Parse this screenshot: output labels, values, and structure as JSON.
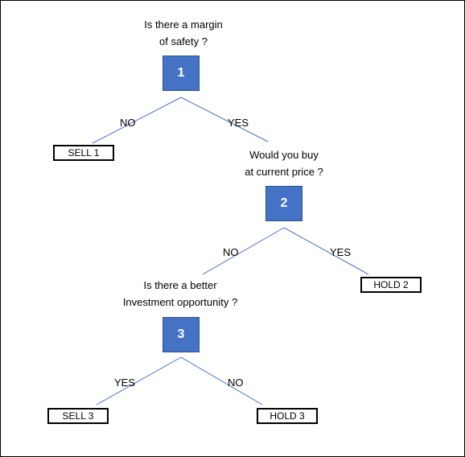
{
  "colors": {
    "node_fill": "#4472C4",
    "edge": "#4472C4",
    "outcome_border": "#000000"
  },
  "q1": {
    "line1": "Is there a margin",
    "line2": "of safety ?",
    "node": "1",
    "no": "NO",
    "yes": "YES"
  },
  "sell1": "SELL 1",
  "q2": {
    "line1": "Would you buy",
    "line2": "at current price ?",
    "node": "2",
    "no": "NO",
    "yes": "YES"
  },
  "hold2": "HOLD 2",
  "q3": {
    "line1": "Is there a better",
    "line2": "Investment opportunity ?",
    "node": "3",
    "yes": "YES",
    "no": "NO"
  },
  "sell3": "SELL 3",
  "hold3": "HOLD 3"
}
